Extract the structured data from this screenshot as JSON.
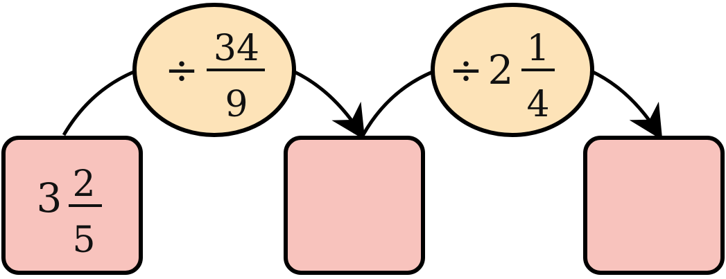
{
  "colors": {
    "box_fill": "#f8c3bd",
    "oval_fill": "#fde3b8",
    "stroke": "#000000"
  },
  "boxes": [
    {
      "whole": "3",
      "numerator": "2",
      "denominator": "5"
    },
    {
      "whole": "",
      "numerator": "",
      "denominator": ""
    },
    {
      "whole": "",
      "numerator": "",
      "denominator": ""
    }
  ],
  "operations": [
    {
      "operator": "÷",
      "whole": "",
      "numerator": "34",
      "denominator": "9"
    },
    {
      "operator": "÷",
      "whole": "2",
      "numerator": "1",
      "denominator": "4"
    }
  ]
}
